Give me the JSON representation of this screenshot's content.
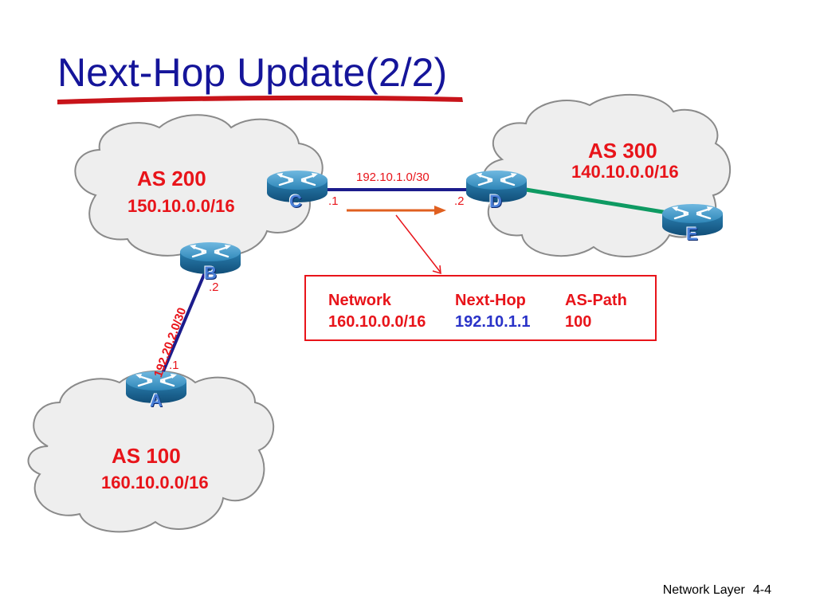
{
  "slide": {
    "title": "Next-Hop Update(2/2)",
    "footer": {
      "section": "Network Layer",
      "page": "4-4"
    }
  },
  "colors": {
    "title": "#15159a",
    "accent_red": "#e8141a",
    "blue_text": "#2a33c8",
    "cloud_fill": "#eeeeee",
    "cloud_stroke": "#8a8a8a",
    "router_body": "#2e86b8",
    "link_blue": "#1c1c8c",
    "link_green": "#0e9a62",
    "arrow_orange": "#e06020"
  },
  "autonomous_systems": [
    {
      "name": "AS 200",
      "prefix": "150.10.0.0/16"
    },
    {
      "name": "AS 300",
      "prefix": "140.10.0.0/16"
    },
    {
      "name": "AS 100",
      "prefix": "160.10.0.0/16"
    }
  ],
  "routers": [
    {
      "label": "C"
    },
    {
      "label": "D"
    },
    {
      "label": "B"
    },
    {
      "label": "A"
    },
    {
      "label": "E"
    }
  ],
  "links": {
    "c_d": {
      "subnet": "192.10.1.0/30",
      "c_if": ".1",
      "d_if": ".2"
    },
    "a_b": {
      "subnet": "192.20.2.0/30",
      "a_if": ".1",
      "b_if": ".2"
    }
  },
  "route_table": {
    "headers": [
      "Network",
      "Next-Hop",
      "AS-Path"
    ],
    "row": {
      "network": "160.10.0.0/16",
      "next_hop": "192.10.1.1",
      "as_path": "100"
    }
  },
  "icons": [
    "router-icon",
    "cloud-shape",
    "arrow-icon"
  ]
}
